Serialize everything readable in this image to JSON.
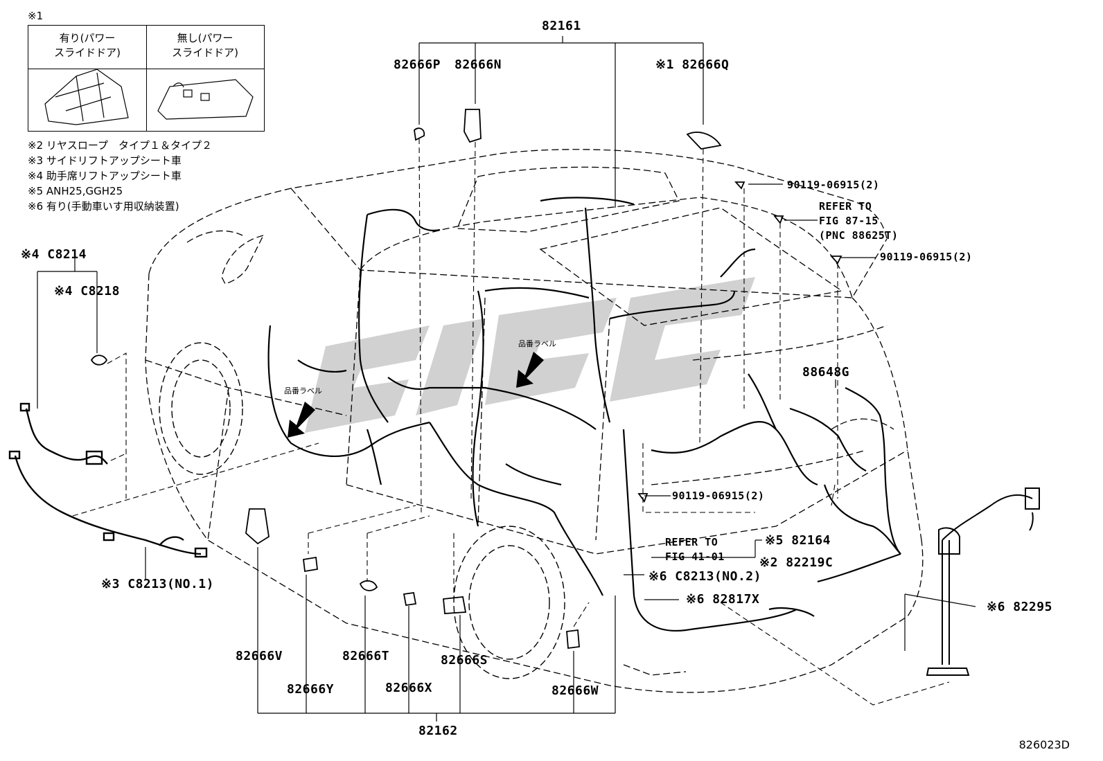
{
  "note_mark": "※1",
  "table": {
    "col1": "有り(パワー\nスライドドア)",
    "col2": "無し(パワー\nスライドドア)"
  },
  "notes": [
    "※2 リヤスロープ　タイプ１＆タイプ２",
    "※3 サイドリフトアップシート車",
    "※4 助手席リフトアップシート車",
    "※5 ANH25,GGH25",
    "※6 有り(手動車いす用収納装置)"
  ],
  "labels": {
    "p82161": "82161",
    "p82666P": "82666P",
    "p82666N": "82666N",
    "p82666Q": "※1 82666Q",
    "bolt1": "90119-06915(2)",
    "ref1a": "REFER TO",
    "ref1b": "FIG 87-15",
    "ref1c": "(PNC 88625T)",
    "bolt2": "90119-06915(2)",
    "c8214": "※4 C8214",
    "c8218": "※4 C8218",
    "p88648G": "88648G",
    "bolt3": "90119-06915(2)",
    "ref2a": "REFER TO",
    "ref2b": "FIG 41-01",
    "p82164": "※5 82164",
    "p82219C": "※2 82219C",
    "c8213no2": "※6 C8213(NO.2)",
    "p82817X": "※6 82817X",
    "p82295": "※6 82295",
    "c8213no1": "※3 C8213(NO.1)",
    "p82666V": "82666V",
    "p82666T": "82666T",
    "p82666S": "82666S",
    "p82666Y": "82666Y",
    "p82666X": "82666X",
    "p82666W": "82666W",
    "p82162": "82162",
    "tag_left": "品番ラベル",
    "tag_right": "品番ラベル"
  },
  "diagram_code": "826023D",
  "icons": [
    "bolt-icon",
    "clip-icon",
    "connector-icon",
    "arrow-icon"
  ],
  "colors": {
    "ink": "#000000",
    "watermark": "#c9c9c9",
    "background": "#ffffff"
  }
}
